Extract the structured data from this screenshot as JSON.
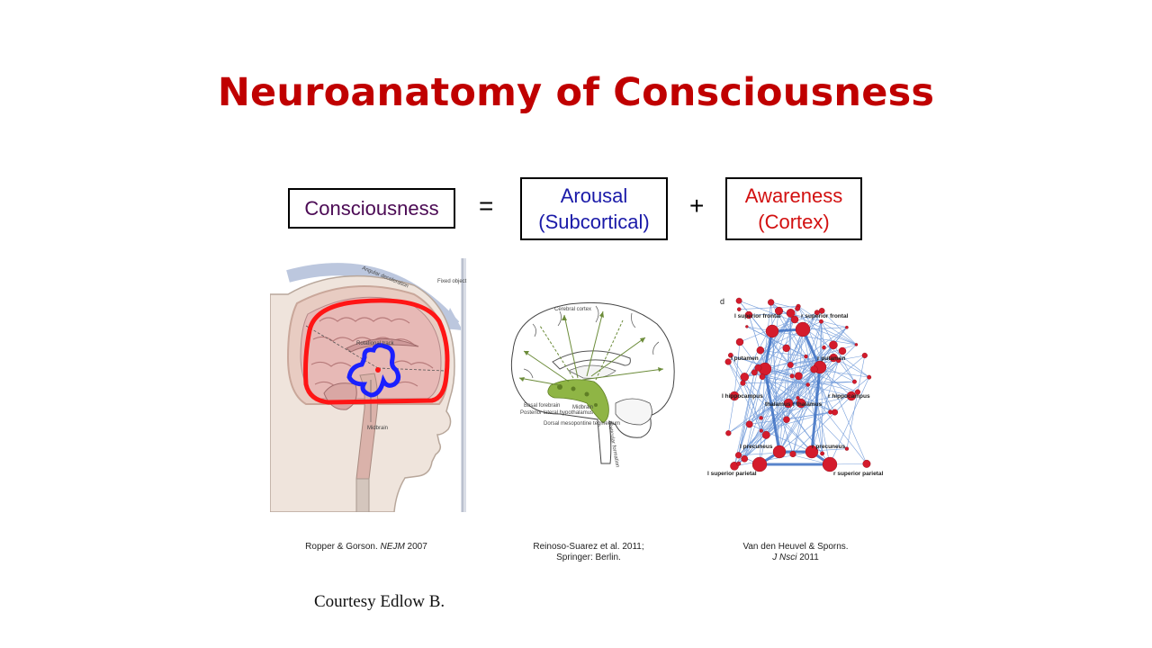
{
  "slide": {
    "title": "Neuroanatomy of Consciousness",
    "equation": {
      "term1": "Consciousness",
      "equals": "=",
      "term2_line1": "Arousal",
      "term2_line2": "(Subcortical)",
      "plus": "+",
      "term3_line1": "Awareness",
      "term3_line2": "(Cortex)"
    },
    "figures": {
      "left": {
        "labels": [
          "Angular deceleration",
          "Fixed object",
          "Rotational track",
          "Midbrain"
        ],
        "caption_authors": "Ropper & Gorson. ",
        "caption_journal": "NEJM",
        "caption_year": " 2007"
      },
      "middle": {
        "labels": [
          "Cerebral cortex",
          "Basal forebrain",
          "Posterior lateral hypothalamus",
          "Midbrain",
          "Dorsal mesopontine tegmentum",
          "Reticular formation"
        ],
        "caption_line1": "Reinoso-Suarez et al. 2011;",
        "caption_line2": "Springer: Berlin."
      },
      "right": {
        "panel_letter": "d",
        "labels": [
          "l superior frontal",
          "r superior frontal",
          "l putamen",
          "r putamen",
          "l hippocampus",
          "r hippocampus",
          "thalamus r thalamus",
          "l precuneus",
          "r precuneus",
          "l superior parietal",
          "r superior parietal"
        ],
        "caption_line1": "Van den Heuvel & Sporns.",
        "caption_journal": "J Nsci",
        "caption_year": " 2011"
      }
    },
    "courtesy": "Courtesy Edlow B.",
    "colors": {
      "title": "#c00000",
      "consciousness": "#4b0a54",
      "arousal": "#1a1aa8",
      "awareness": "#d21010"
    }
  }
}
